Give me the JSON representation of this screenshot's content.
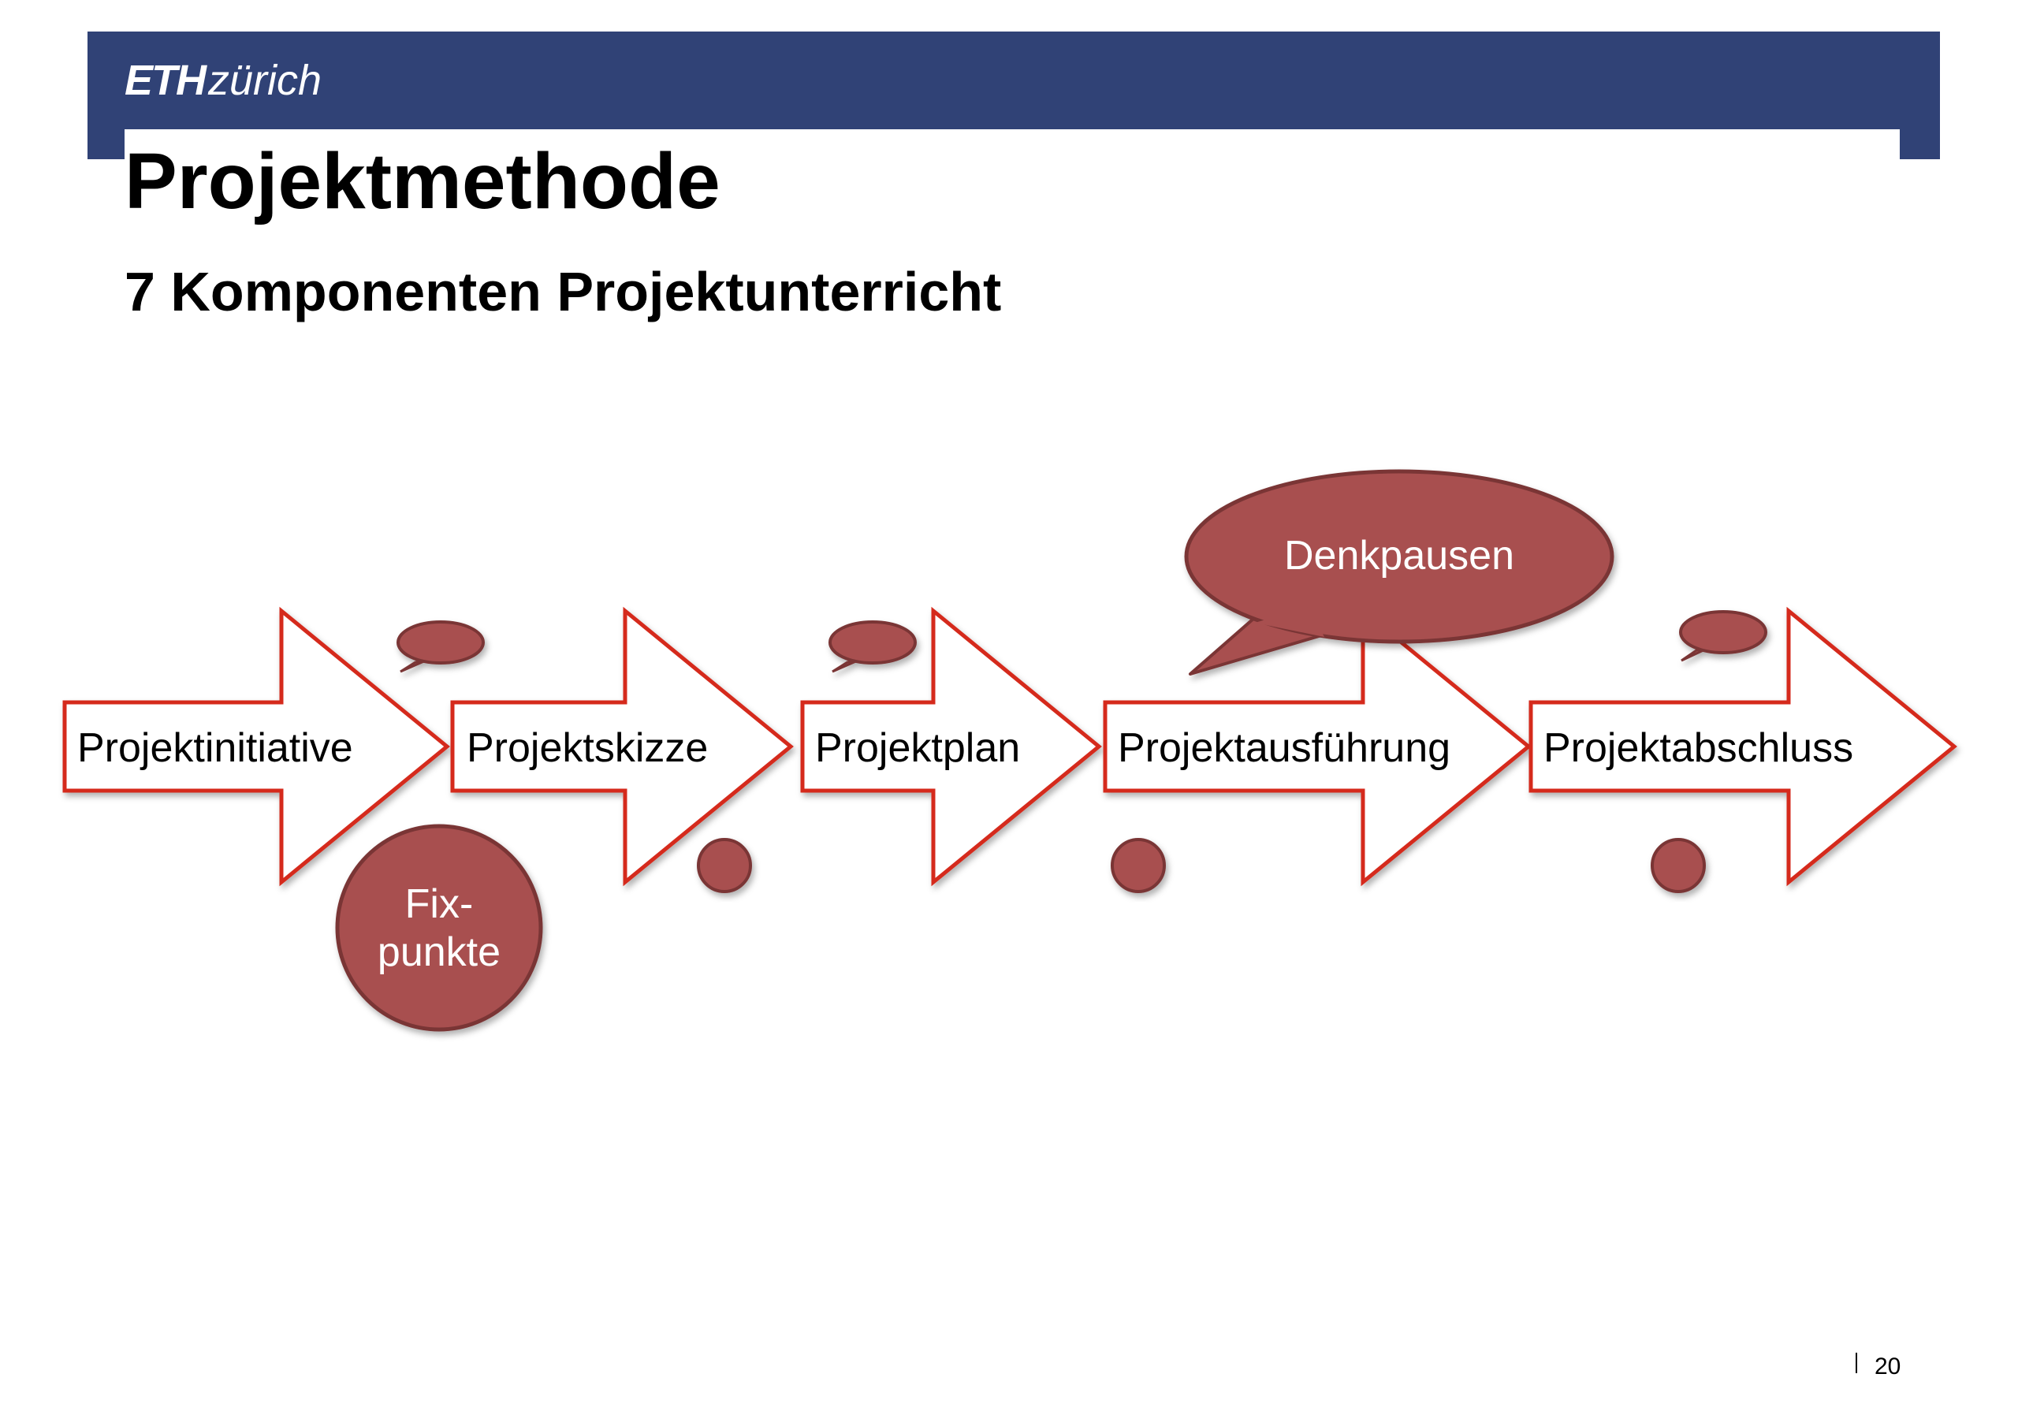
{
  "header": {
    "logo_primary": "ETH",
    "logo_secondary": "zürich",
    "brand_color": "#304276"
  },
  "slide": {
    "title": "Projektmethode",
    "subtitle": "7 Komponenten Projektunterricht",
    "page_number": "20"
  },
  "diagram": {
    "arrow_outline_color": "#d52b1e",
    "shape_fill_color": "#a85050",
    "steps": [
      {
        "label": "Projektinitiative"
      },
      {
        "label": "Projektskizze"
      },
      {
        "label": "Projektplan"
      },
      {
        "label": "Projektausführung"
      },
      {
        "label": "Projektabschluss"
      }
    ],
    "callouts": {
      "denkpausen": "Denkpausen",
      "fixpunkte_line1": "Fix-",
      "fixpunkte_line2": "punkte"
    }
  }
}
